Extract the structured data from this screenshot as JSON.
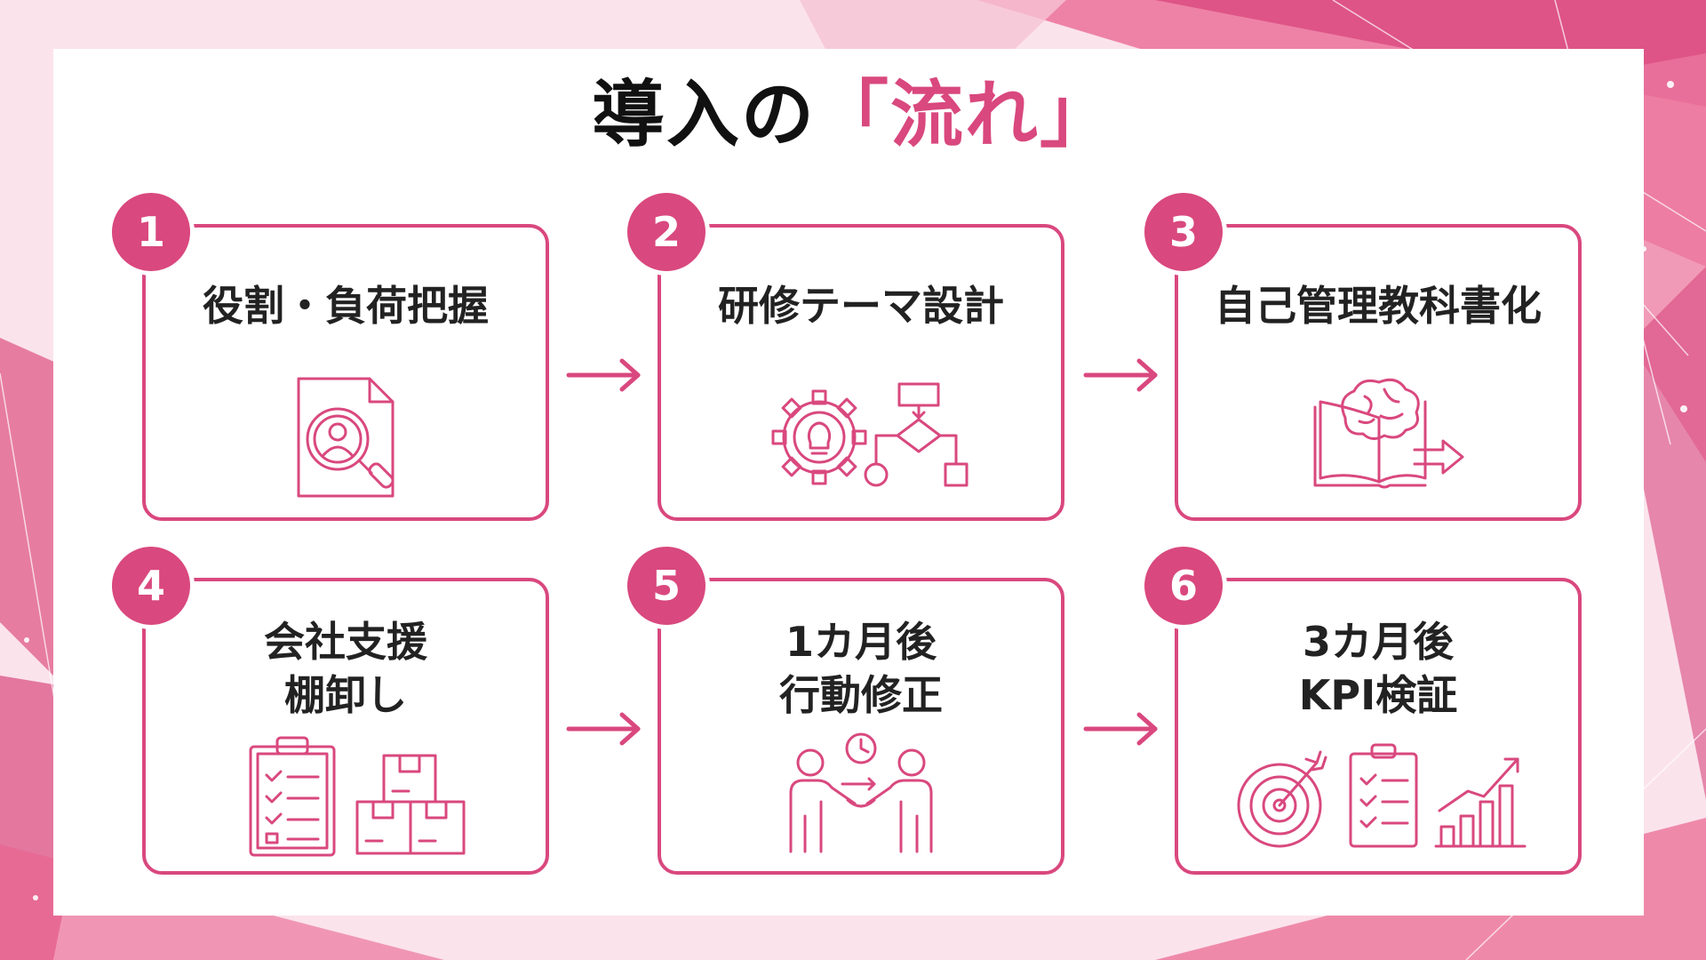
{
  "title": {
    "prefix": "導入の",
    "accent": "「流れ」"
  },
  "colors": {
    "accent": "#d9487e",
    "text": "#222222"
  },
  "steps": [
    {
      "number": "1",
      "lines": [
        "役割・負荷把握"
      ],
      "icon": "document-magnifier-user-icon"
    },
    {
      "number": "2",
      "lines": [
        "研修テーマ設計"
      ],
      "icon": "gear-lightbulb-flowchart-icon"
    },
    {
      "number": "3",
      "lines": [
        "自己管理教科書化"
      ],
      "icon": "book-brain-arrow-icon"
    },
    {
      "number": "4",
      "lines": [
        "会社支援",
        "棚卸し"
      ],
      "icon": "clipboard-boxes-icon"
    },
    {
      "number": "5",
      "lines": [
        "1カ月後",
        "行動修正"
      ],
      "icon": "handshake-clock-icon"
    },
    {
      "number": "6",
      "lines": [
        "3カ月後",
        "KPI検証"
      ],
      "icon": "target-checklist-growth-icon"
    }
  ]
}
